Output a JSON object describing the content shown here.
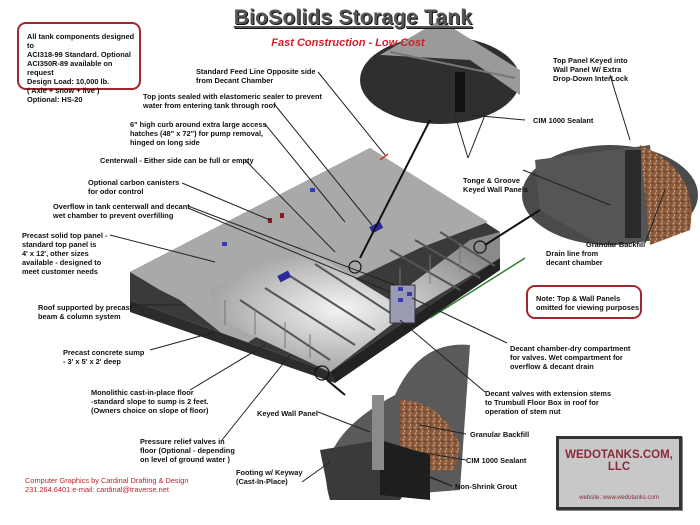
{
  "header": {
    "title": "BioSolids Storage Tank",
    "subtitle": "Fast Construction - Low Cost"
  },
  "spec_box": {
    "text": "All tank components designed to\nACI318-99 Standard.  Optional\nACI350R-89 available on request\nDesign Load: 10,000 lb.\n( Axle + snow + live )\nOptional: HS-20"
  },
  "note_box": {
    "text": "Note: Top & Wall Panels\nomitted for viewing purposes"
  },
  "labels": {
    "feed_line": "Standard Feed Line Opposite side\nfrom Decant Chamber",
    "top_joints": "Top jonts sealed with elastomeric sealer to prevent\nwater from entering tank through roof",
    "curb": "6\" high curb around extra large access\nhatches (48\" x 72\") for pump removal,\nhinged on long side",
    "centerwall": "Centerwall - Either side can be full or empty",
    "carbon": "Optional carbon canisters\nfor odor control",
    "overflow": "Overflow in tank centerwall and decant\nwet chamber to prevent overfilling",
    "top_panel": "Precast solid top panel -\nstandard top panel is\n4' x 12', other sizes\navailable - designed to\nmeet customer needs",
    "roof": "Roof supported by precast\nbeam & column system",
    "sump": "Precast concrete sump\n- 3' x 5' x 2' deep",
    "floor": "Monolithic cast-in-place floor\n-standard slope to sump is 2 feet.\n(Owners choice on slope of floor)",
    "pressure": "Pressure relief valves in\nfloor (Optional - depending\non level of ground water )",
    "keyed_wall": "Keyed Wall Panel",
    "footing": "Footing w/ Keyway\n(Cast-In-Place)",
    "top_keyed": "Top Panel Keyed into\nWall Panel W/ Extra\nDrop-Down InterLock",
    "cim_top": "CIM 1000 Sealant",
    "tongue": "Tonge & Groove\nKeyed Wall Panels",
    "backfill_top": "Granular Backfill",
    "drain": "Drain line from\ndecant chamber",
    "decant_chamber": "Decant chamber-dry compartment\nfor valves.  Wet compartment for\noverflow & decant drain",
    "decant_valves": "Decant valves with extension stems\nto Trumbull Floor Box in roof for\noperation of stem nut",
    "backfill_bottom": "Granular Backfill",
    "cim_bottom": "CIM 1000 Sealant",
    "grout": "Non-Shrink Grout"
  },
  "credits": {
    "text": "Computer Graphics by Cardinal Drafting & Design\n231.264.6401  e-mail: cardinal@traverse.net"
  },
  "logo": {
    "name": "WEDOTANKS.COM, LLC",
    "website": "website: www.wedotanks.com"
  },
  "colors": {
    "accent_red": "#d2202a",
    "border_red": "#a3262d",
    "drain_green": "#2e7d32",
    "logo_text": "#8a2a3a"
  }
}
